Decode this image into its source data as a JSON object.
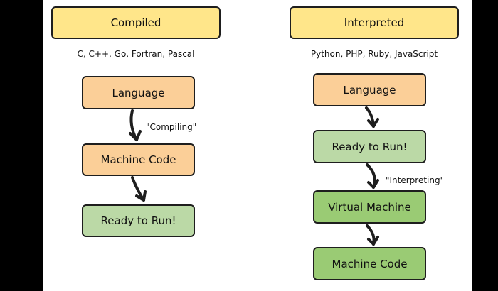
{
  "compiled": {
    "header": "Compiled",
    "languages": "C, C++, Go, Fortran, Pascal",
    "step1": "Language",
    "step1_note": "\"Compiling\"",
    "step2": "Machine Code",
    "step3": "Ready to Run!"
  },
  "interpreted": {
    "header": "Interpreted",
    "languages": "Python, PHP, Ruby, JavaScript",
    "step1": "Language",
    "step2": "Ready to Run!",
    "step2_note": "\"Interpreting\"",
    "step3": "Virtual Machine",
    "step4": "Machine Code"
  },
  "colors": {
    "header": "#ffe68a",
    "language": "#fbcf98",
    "ready": "#bbd9a6",
    "vm": "#9acb74",
    "stroke": "#1e1e1e"
  }
}
